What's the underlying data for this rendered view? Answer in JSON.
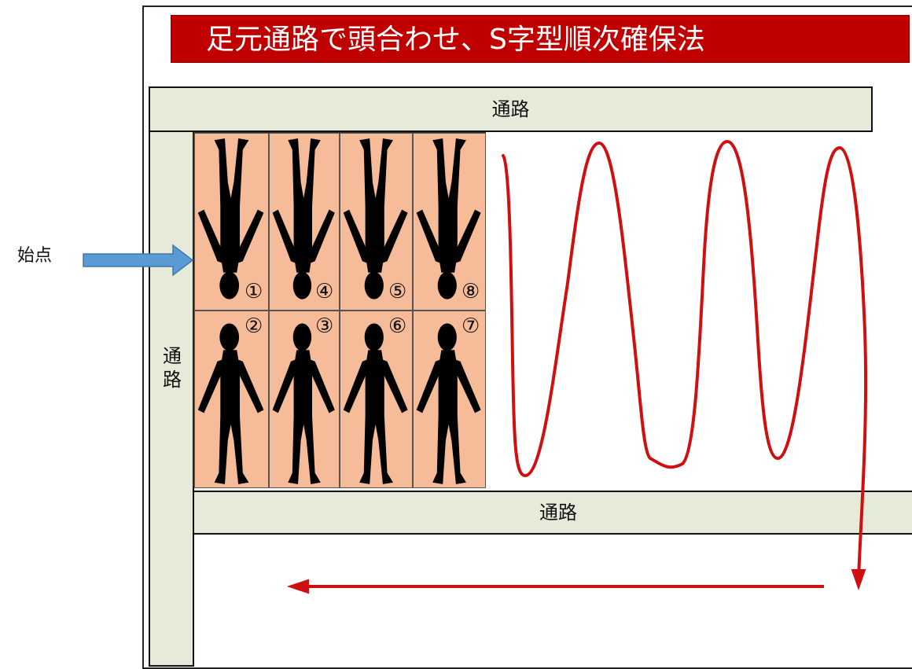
{
  "title": "足元通路で頭合わせ、S字型順次確保法",
  "aisle_labels": {
    "top": "通路",
    "left": "通路",
    "bottom": "通路"
  },
  "start_label": "始点",
  "cells": [
    {
      "number": "①",
      "orientation": "head-down"
    },
    {
      "number": "④",
      "orientation": "head-down"
    },
    {
      "number": "⑤",
      "orientation": "head-down"
    },
    {
      "number": "⑧",
      "orientation": "head-down"
    },
    {
      "number": "②",
      "orientation": "head-up"
    },
    {
      "number": "③",
      "orientation": "head-up"
    },
    {
      "number": "⑥",
      "orientation": "head-up"
    },
    {
      "number": "⑦",
      "orientation": "head-up"
    }
  ],
  "colors": {
    "title_bg": "#c00000",
    "aisle_bg": "#e5ead9",
    "cell_bg": "#f6bb98",
    "figure": "#000000",
    "path": "#d01010",
    "start_arrow": "#5b9bd5"
  },
  "icons": {
    "start_arrow": "right-arrow-icon",
    "person": "person-silhouette-icon"
  }
}
